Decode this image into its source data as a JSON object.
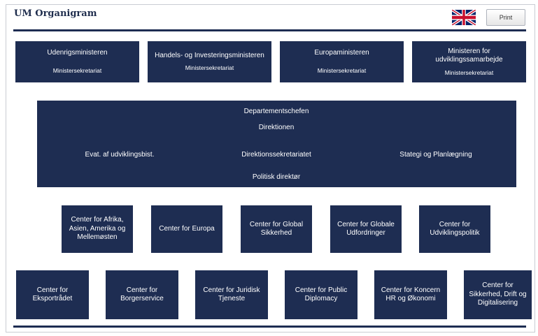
{
  "header": {
    "title": "UM Organigram",
    "flag_icon": "uk-flag-icon",
    "print_label": "Print"
  },
  "ministers": [
    {
      "title": "Udenrigsministeren",
      "secretariat": "Ministersekretariat"
    },
    {
      "title": "Handels- og Investeringsministeren",
      "secretariat": "Ministersekretariat"
    },
    {
      "title": "Europaministeren",
      "secretariat": "Ministersekretariat"
    },
    {
      "title": "Ministeren for udviklingssamarbejde",
      "secretariat": "Ministersekretariat"
    }
  ],
  "department": {
    "head": "Departementschefen",
    "board": "Direktionen",
    "evaluation": "Evat. af udviklingsbist.",
    "secretariat": "Direktionssekretariatet",
    "strategy": "Stategi og Planlægning",
    "political_director": "Politisk direktør"
  },
  "centers_row1": [
    "Center for Afrika, Asien, Amerika og Mellemøsten",
    "Center for Europa",
    "Center for Global Sikkerhed",
    "Center for Globale Udfordringer",
    "Center for Udviklingspolitik"
  ],
  "centers_row2": [
    "Center for Eksportrådet",
    "Center for Borgerservice",
    "Center for Juridisk Tjeneste",
    "Center for Public Diplomacy",
    "Center for Koncern HR og Økonomi",
    "Center for Sikkerhed, Drift og Digitalisering"
  ],
  "colors": {
    "box": "#1e2d52",
    "text": "#ffffff"
  }
}
